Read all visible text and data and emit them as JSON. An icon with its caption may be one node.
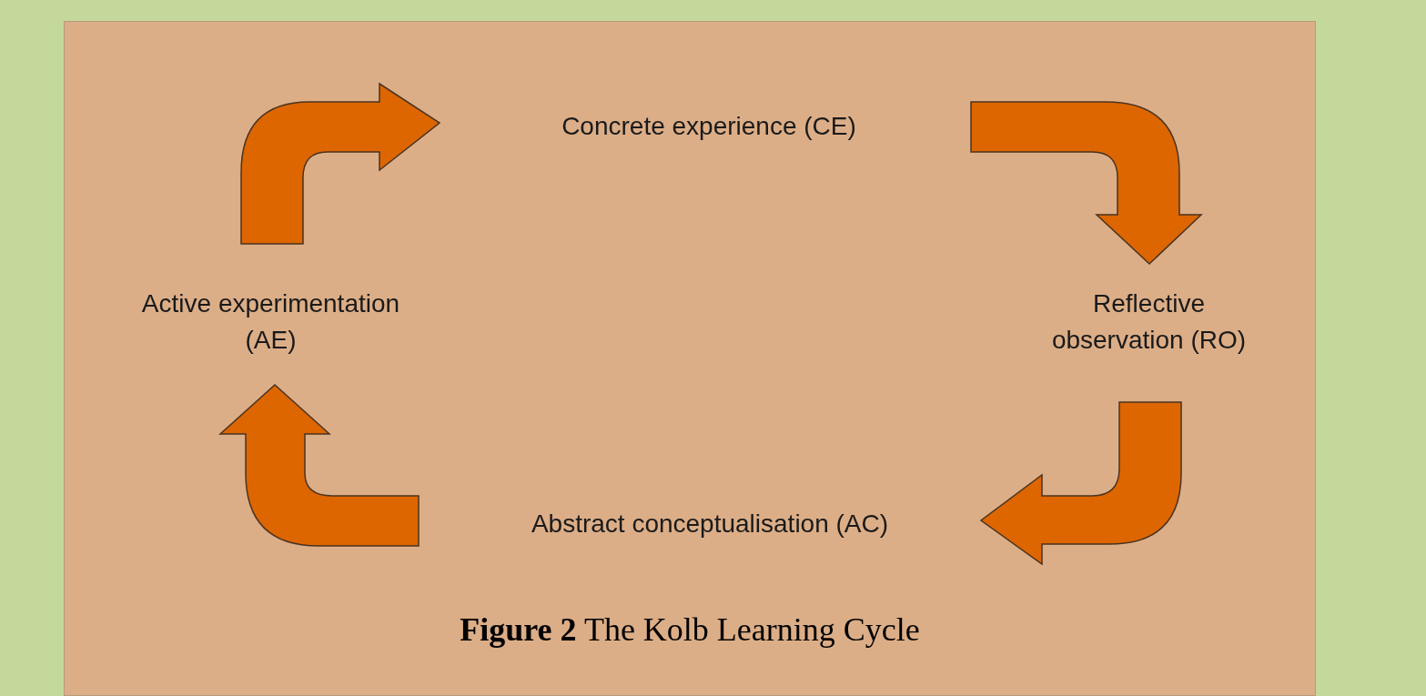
{
  "diagram": {
    "caption": "**Figure 2** The Kolb Learning Cycle",
    "nodes": [
      {
        "text": [
          "Concrete experience (CE)"
        ]
      },
      {
        "text": [
          "Reflective observation (RO)"
        ]
      },
      {
        "text": [
          "Abstract conceptualisation (AC)"
        ]
      },
      {
        "text": [
          "Active experimentation (AE)"
        ]
      }
    ],
    "edges": [
      {
        "from": 0,
        "to": 1,
        "arrow": "to"
      },
      {
        "from": 1,
        "to": 2,
        "arrow": "to"
      },
      {
        "from": 2,
        "to": 3,
        "arrow": "to"
      },
      {
        "from": 3,
        "to": 0,
        "arrow": "to"
      }
    ]
  }
}
